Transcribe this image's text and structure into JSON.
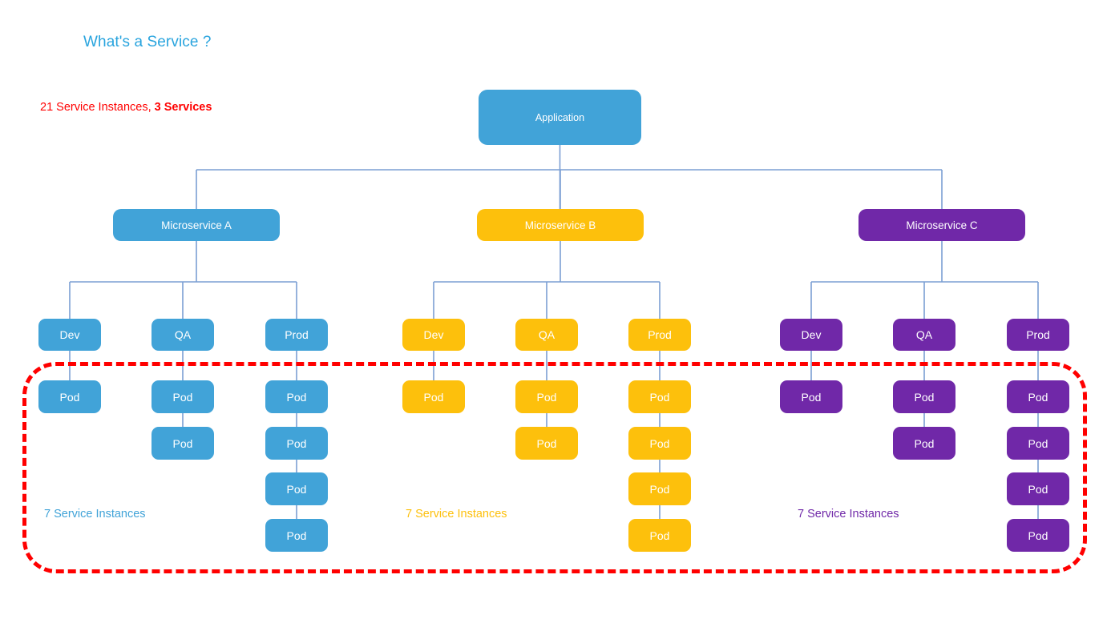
{
  "page": {
    "title": "What's a Service ?",
    "title_color": "#29A4DE",
    "summary_prefix": "21 Service Instances, ",
    "summary_bold": "3 Services",
    "summary_color": "#FF0000",
    "total_service_instances": 21,
    "total_services": 3,
    "highlight_border_color": "#FF0000",
    "connector_color": "#7B9FD4",
    "background": "#FFFFFF"
  },
  "application": {
    "label": "Application",
    "color": "#41A3D8"
  },
  "microservices": [
    {
      "label": "Microservice A",
      "color": "#41A3D8",
      "instances_label": "7 Service Instances",
      "instance_count": 7,
      "environments": [
        {
          "label": "Dev",
          "pods": [
            "Pod"
          ]
        },
        {
          "label": "QA",
          "pods": [
            "Pod",
            "Pod"
          ]
        },
        {
          "label": "Prod",
          "pods": [
            "Pod",
            "Pod",
            "Pod",
            "Pod"
          ]
        }
      ]
    },
    {
      "label": "Microservice B",
      "color": "#FDC00C",
      "instances_label": "7 Service Instances",
      "instance_count": 7,
      "environments": [
        {
          "label": "Dev",
          "pods": [
            "Pod"
          ]
        },
        {
          "label": "QA",
          "pods": [
            "Pod",
            "Pod"
          ]
        },
        {
          "label": "Prod",
          "pods": [
            "Pod",
            "Pod",
            "Pod",
            "Pod"
          ]
        }
      ]
    },
    {
      "label": "Microservice C",
      "color": "#7028A8",
      "instances_label": "7 Service Instances",
      "instance_count": 7,
      "environments": [
        {
          "label": "Dev",
          "pods": [
            "Pod"
          ]
        },
        {
          "label": "QA",
          "pods": [
            "Pod",
            "Pod"
          ]
        },
        {
          "label": "Prod",
          "pods": [
            "Pod",
            "Pod",
            "Pod",
            "Pod"
          ]
        }
      ]
    }
  ]
}
